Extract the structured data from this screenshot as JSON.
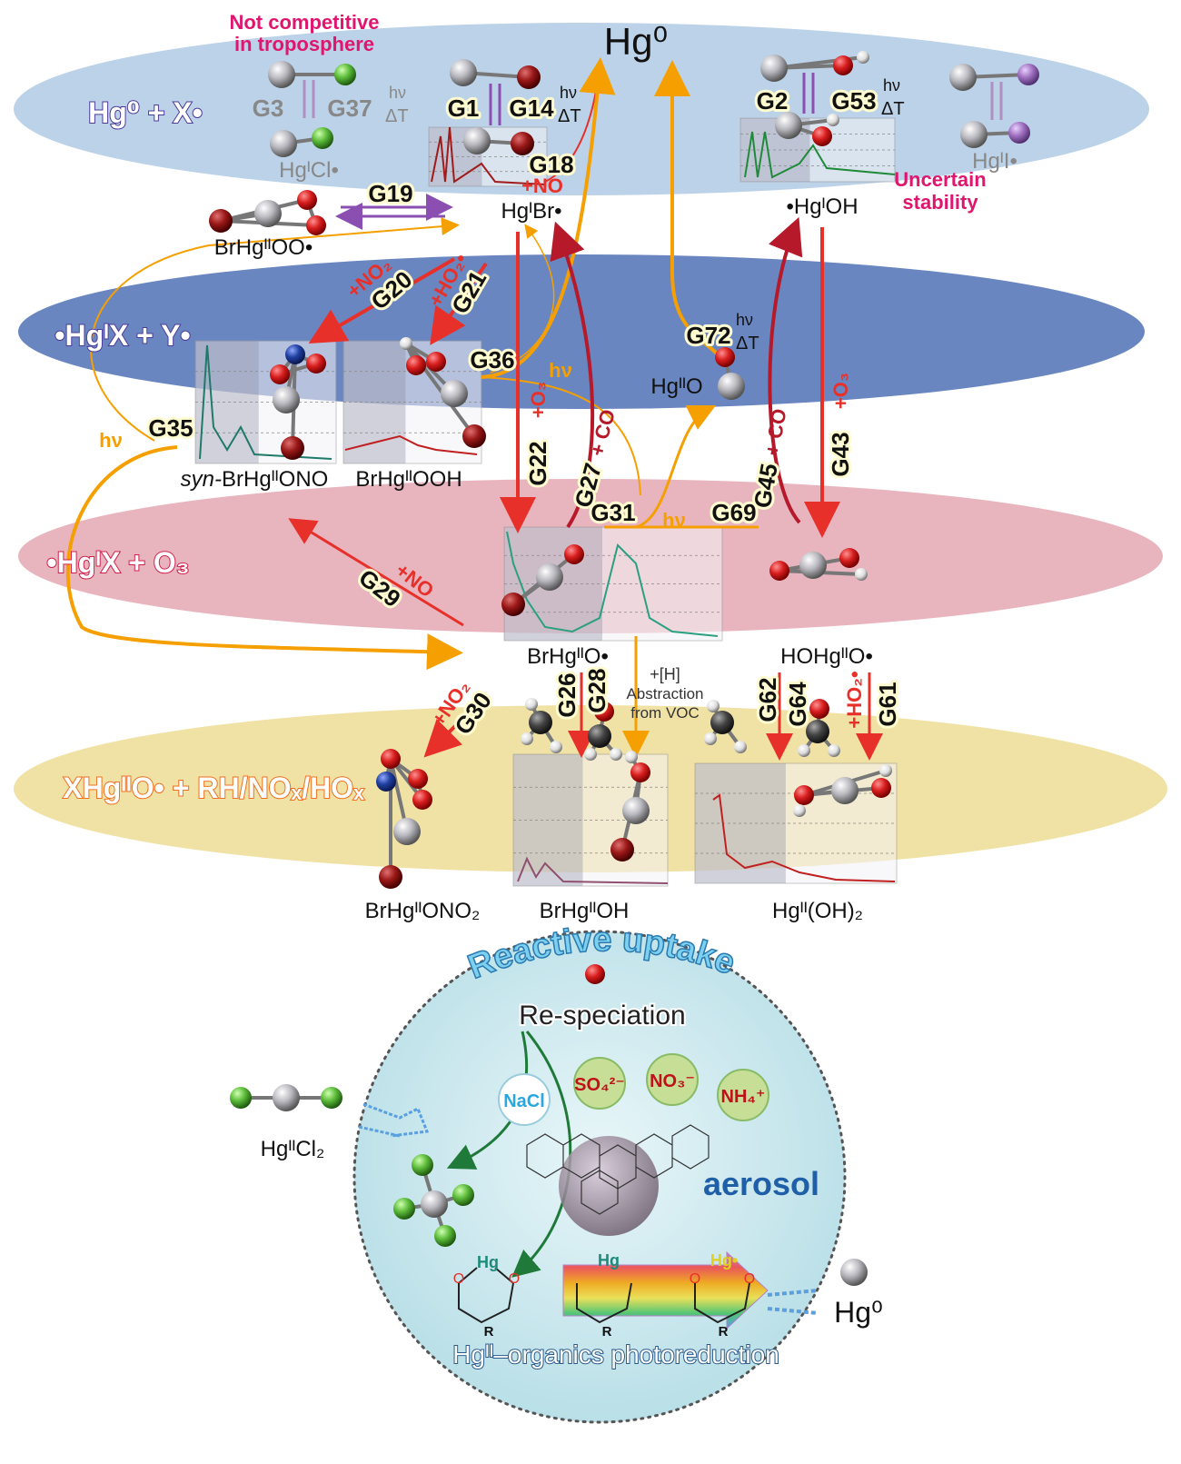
{
  "title_hg0": "Hg⁰",
  "notes": {
    "not_competitive_1": "Not competitive",
    "not_competitive_2": "in troposphere",
    "uncertain_1": "Uncertain",
    "uncertain_2": "stability"
  },
  "bands": {
    "band1": "Hg⁰ + X•",
    "band2": "•HgᴵX + Y•",
    "band3": "•HgᴵX + O₃",
    "band4": "XHgᴵᴵO• + RH/NOₓ/HOₓ"
  },
  "reactions": {
    "G3": "G3",
    "G37": "G37",
    "G1": "G1",
    "G14": "G14",
    "G18": "G18",
    "G19": "G19",
    "G2": "G2",
    "G53": "G53",
    "G20": "G20",
    "G21": "G21",
    "G36": "G36",
    "G72": "G72",
    "G35": "G35",
    "G22": "G22",
    "G27": "G27",
    "G45": "G45",
    "G43": "G43",
    "G31": "G31",
    "G69": "G69",
    "G29": "G29",
    "G26": "G26",
    "G28": "G28",
    "G62": "G62",
    "G64": "G64",
    "G61": "G61",
    "G30": "G30",
    "hv": "hν",
    "dT": "ΔT"
  },
  "reagents": {
    "no": "+NO",
    "no2": "+NO₂",
    "ho2": "+HO₂•",
    "o3": "+O₃",
    "co": "+ CO",
    "h": "+[H]",
    "abstraction": "Abstraction",
    "from_voc": "from VOC"
  },
  "species": {
    "hgcl": "HgᴵCl•",
    "hgbr": "HgᴵBr•",
    "brhgoo": "BrHgᴵᴵOO•",
    "hgoh": "•HgᴵOH",
    "hgi": "HgᴵI•",
    "syn_prefix": "syn-",
    "syn_brhgono": "BrHgᴵᴵONO",
    "brhgooh": "BrHgᴵᴵOOH",
    "hgo": "HgᴵᴵO",
    "brhgo": "BrHgᴵᴵO•",
    "hohgo": "HOHgᴵᴵO•",
    "brhgono2": "BrHgᴵᴵONO₂",
    "brhgoh": "BrHgᴵᴵOH",
    "hgoh2": "Hgᴵᴵ(OH)₂",
    "hgcl2": "HgᴵᴵCl₂",
    "hg0_out": "Hg⁰"
  },
  "aerosol": {
    "reactive_uptake": "Reactive uptake",
    "respeciation": "Re-speciation",
    "label": "aerosol",
    "ions": [
      "NaCl",
      "SO₄²⁻",
      "NO₃⁻",
      "NH₄⁺"
    ],
    "ring_hg": "Hg",
    "ring_hg_rad": "Hg•",
    "o": "O",
    "r": "R",
    "photoreduction": "Hgᴵᴵ–organics photoreduction"
  },
  "colors": {
    "orange": "#f5a000",
    "red": "#e8302a",
    "darkred": "#b5192a",
    "purple": "#8a4fb0",
    "magenta": "#e0166e",
    "aerosol_blue": "#1f5fa8"
  }
}
